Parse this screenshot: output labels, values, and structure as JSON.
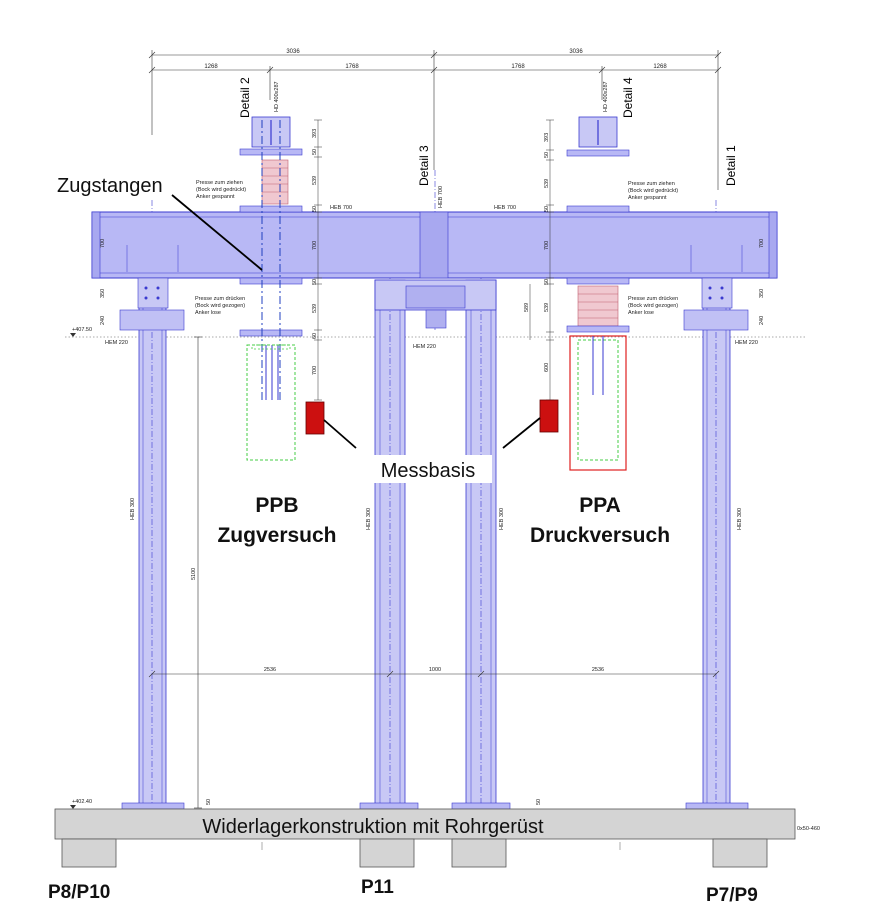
{
  "colors": {
    "steel_fill": "#b8b8f5",
    "steel_stroke": "#3a3ad0",
    "measure_red": "#cc1010",
    "foundation_gray": "#d4d4d4",
    "green_dash": "#44cc44",
    "red_line": "#e02020"
  },
  "dimensions": {
    "top_left_total": "3036",
    "top_right_total": "3036",
    "seg_1": "1268",
    "seg_2": "1768",
    "seg_3": "1768",
    "seg_4": "1268",
    "column_span_left": "2536",
    "column_span_mid": "1000",
    "column_span_right": "2536",
    "height_total": "5100",
    "left_393": "393",
    "left_50a": "50",
    "left_539a": "539",
    "left_50b": "50",
    "left_700a": "700",
    "left_50c": "50",
    "left_539b": "539",
    "left_60": "60",
    "left_700b": "700",
    "right_393": "393",
    "right_50a": "50",
    "right_539a": "539",
    "right_50b": "50",
    "right_700a": "700",
    "right_50c": "50",
    "right_539b": "539",
    "right_589": "589",
    "right_600": "600",
    "beam_700_left": "700",
    "beam_700_right": "700",
    "bearing_350_left": "350",
    "bearing_240_left": "240",
    "bearing_350_right": "350",
    "bearing_240_right": "240",
    "base_50_left": "50",
    "base_50_right": "50"
  },
  "levels": {
    "upper": "+407.50",
    "lower": "+402.40"
  },
  "labels": {
    "detail_1": "Detail 1",
    "detail_2": "Detail 2",
    "detail_3": "Detail 3",
    "detail_4": "Detail 4",
    "heb700_a": "HEB 700",
    "heb700_b": "HEB 700",
    "heb700_c": "HEB 700",
    "hem220_left": "HEM 220",
    "hem220_mid": "HEM 220",
    "hem220_right": "HEM 220",
    "hd_left": "HD 400x287",
    "hd_right": "HD 400x287",
    "heb300_1": "HEB 300",
    "heb300_2": "HEB 300",
    "heb300_3": "HEB 300",
    "heb300_4": "HEB 300",
    "note_pull_l1": "Presse zum ziehen",
    "note_pull_l2": "(Bock wird gedrückt)",
    "note_pull_l3": "Anker gespannt",
    "note_push_l1": "Presse zum drücken",
    "note_push_l2": "(Bock wird gezogen)",
    "note_push_l3": "Anker lose",
    "note_pull_r1": "Presse zum ziehen",
    "note_pull_r2": "(Bock wird gedrückt)",
    "note_pull_r3": "Anker gespannt",
    "note_push_r1": "Presse zum drücken",
    "note_push_r2": "(Bock wird gezogen)",
    "note_push_r3": "Anker lose",
    "tube_size": "0x50-460",
    "zugstangen": "Zugstangen",
    "messbasis": "Messbasis",
    "ppb": "PPB",
    "zugversuch": "Zugversuch",
    "ppa": "PPA",
    "druckversuch": "Druckversuch",
    "widerlager": "Widerlagerkonstruktion mit Rohrgerüst",
    "p8p10": "P8/P10",
    "p11": "P11",
    "p7p9": "P7/P9"
  }
}
